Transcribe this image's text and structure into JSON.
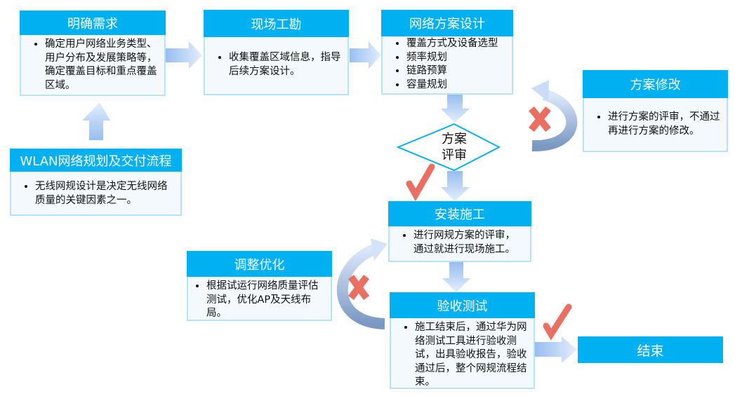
{
  "boxes": {
    "requirements": {
      "title": "明确需求",
      "items": [
        "确定用户网络业务类型、用户分布及发展策略等，确定覆盖目标和重点覆盖区域。"
      ]
    },
    "survey": {
      "title": "现场工勘",
      "items": [
        "收集覆盖区域信息，指导后续方案设计。"
      ]
    },
    "design": {
      "title": "网络方案设计",
      "items": [
        "覆盖方式及设备选型",
        "频率规划",
        "链路预算",
        "容量规划"
      ]
    },
    "revise": {
      "title": "方案修改",
      "items": [
        "进行方案的评审，不通过再进行方案的修改。"
      ]
    },
    "wlan": {
      "title": "WLAN网络规划及交付流程",
      "items": [
        "无线网规设计是决定无线网络质量的关键因素之一。"
      ]
    },
    "install": {
      "title": "安装施工",
      "items": [
        "进行网规方案的评审，通过就进行现场施工。"
      ]
    },
    "optimize": {
      "title": "调整优化",
      "items": [
        "根据试运行网络质量评估测试，优化AP及天线布局。"
      ]
    },
    "acceptance": {
      "title": "验收测试",
      "items": [
        "施工结束后，通过华为网络测试工具进行验收测试，出具验收报告，验收通过后，整个网规流程结束。"
      ]
    }
  },
  "decision": {
    "line1": "方案",
    "line2": "评审"
  },
  "end": {
    "title": "结束"
  },
  "colors": {
    "header": "#00b0f0",
    "mark": "#e96f63",
    "arrow": "#a9c8f3"
  }
}
